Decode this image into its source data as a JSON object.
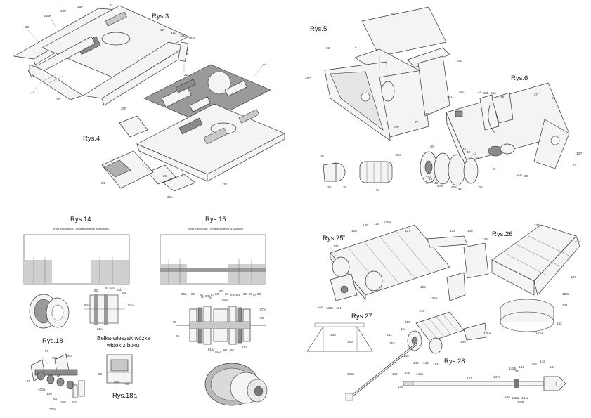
{
  "figures": {
    "rys3": "Rys.3",
    "rys4": "Rys.4",
    "rys5": "Rys.5",
    "rys6": "Rys.6",
    "rys14": "Rys.14",
    "rys15": "Rys.15",
    "rys18": "Rys.18",
    "rys18a": "Rys.18a",
    "rys25": "Rys.25",
    "rys26": "Rys.26",
    "rys27": "Rys.27",
    "rys28": "Rys.28"
  },
  "captions": {
    "rys14_note": "Koła napinające - umiejscowienie w kadłubie",
    "rys15_note": "Koła napędowe - umiejscowienie w kadłubie",
    "belka_line1": "Belka-wieszak wózka",
    "belka_line2": "widok z boku"
  },
  "labels": {
    "rys3": [
      "20",
      "18aP",
      "18P",
      "18P",
      "21",
      "19",
      "19L",
      "18L",
      "18aL",
      "22",
      "17",
      "17",
      "23"
    ],
    "rys4": [
      "24",
      "26P",
      "25",
      "26L",
      "26"
    ],
    "rys5": [
      "28",
      "26",
      "19P",
      "2",
      "29L",
      "29P",
      "27",
      "28"
    ],
    "rys6": [
      "38a",
      "38c",
      "37",
      "38b",
      "36a",
      "38",
      "27",
      "23",
      "10P",
      "22",
      "31a",
      "32"
    ],
    "rys5b": [
      "36",
      "39",
      "39",
      "37",
      "30a",
      "30",
      "40",
      "42",
      "43",
      "34",
      "33a",
      "44",
      "45",
      "47",
      "46",
      "40a",
      "42a",
      "41",
      "39a",
      "40"
    ],
    "rys14": [
      "92",
      "91",
      "92a",
      "92b",
      "93",
      "93a",
      "92a",
      "91a"
    ],
    "rys15": [
      "90a",
      "88",
      "86",
      "84a",
      "84",
      "83",
      "82",
      "82a",
      "83",
      "84a",
      "84",
      "85",
      "86",
      "87",
      "88",
      "87a",
      "89",
      "90",
      "89",
      "91a",
      "91b",
      "90",
      "92",
      "87a",
      "80",
      "81"
    ],
    "rys18": [
      "97",
      "98a",
      "98b",
      "99",
      "100a",
      "100",
      "99",
      "100",
      "100a",
      "97a"
    ],
    "rys18a": [
      "98",
      "98a",
      "99"
    ],
    "rys25": [
      "129",
      "128",
      "128a",
      "130",
      "131",
      "127",
      "126",
      "132",
      "133",
      "133a",
      "134",
      "135"
    ],
    "rys26": [
      "136",
      "139",
      "140",
      "138",
      "137",
      "120a",
      "141",
      "142",
      "142a",
      "138a"
    ],
    "rys27": [
      "148",
      "149"
    ],
    "rys28": [
      "143",
      "152",
      "151",
      "153",
      "150",
      "146",
      "147",
      "148a",
      "145",
      "144",
      "154",
      "145a",
      "149",
      "148",
      "146",
      "147",
      "147a",
      "148a",
      "149b",
      "144",
      "143",
      "142",
      "141",
      "133",
      "145",
      "145a",
      "144a",
      "149b"
    ]
  }
}
